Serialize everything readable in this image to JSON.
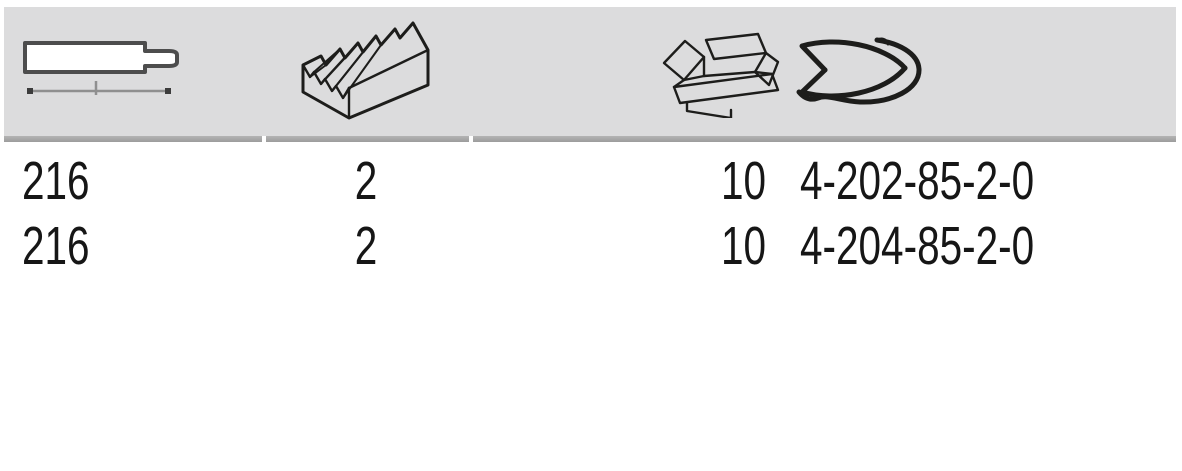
{
  "header": {
    "icons": [
      {
        "name": "file-profile-length-icon"
      },
      {
        "name": "milled-teeth-icon"
      },
      {
        "name": "packaging-box-icon"
      },
      {
        "name": "fish-logo-icon"
      }
    ]
  },
  "table": {
    "rows": [
      [
        "216",
        "2",
        "10",
        "4-202-85-2-0"
      ],
      [
        "216",
        "2",
        "10",
        "4-204-85-2-0"
      ]
    ]
  },
  "colors": {
    "header_bg": "#dcdcdd",
    "header_underline": "#a6a6a6",
    "text": "#161616",
    "icon_stroke": "#1d1d1b",
    "file_icon_stroke": "#4d4d4d",
    "dimension_line": "#8f8f8f"
  }
}
